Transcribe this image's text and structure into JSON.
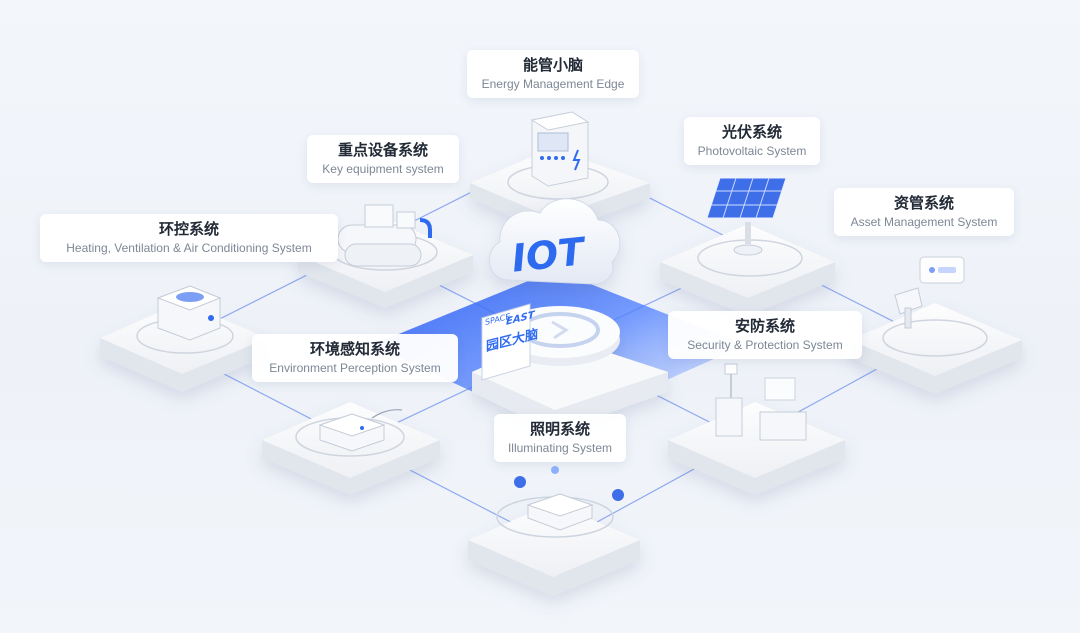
{
  "hub": {
    "cloud_text": "IOT",
    "brand_top_left": "SPACE",
    "brand_top_right": "EAST",
    "brand_bottom": "园区大脑"
  },
  "systems": [
    {
      "key": "energy",
      "zh": "能管小脑",
      "en": "Energy Management Edge"
    },
    {
      "key": "key-equipment",
      "zh": "重点设备系统",
      "en": "Key equipment system"
    },
    {
      "key": "photovoltaic",
      "zh": "光伏系统",
      "en": "Photovoltaic System"
    },
    {
      "key": "hvac",
      "zh": "环控系统",
      "en": "Heating, Ventilation & Air Conditioning System"
    },
    {
      "key": "asset",
      "zh": "资管系统",
      "en": "Asset Management System"
    },
    {
      "key": "environment",
      "zh": "环境感知系统",
      "en": "Environment Perception System"
    },
    {
      "key": "security",
      "zh": "安防系统",
      "en": "Security & Protection System"
    },
    {
      "key": "lighting",
      "zh": "照明系统",
      "en": "Illuminating System"
    }
  ],
  "colors": {
    "accent": "#2f6bf0",
    "accent_light": "#8fb2ff",
    "tile": "#f7f8fa",
    "tile_side": "#dfe3ea",
    "line": "#6f93ee"
  }
}
